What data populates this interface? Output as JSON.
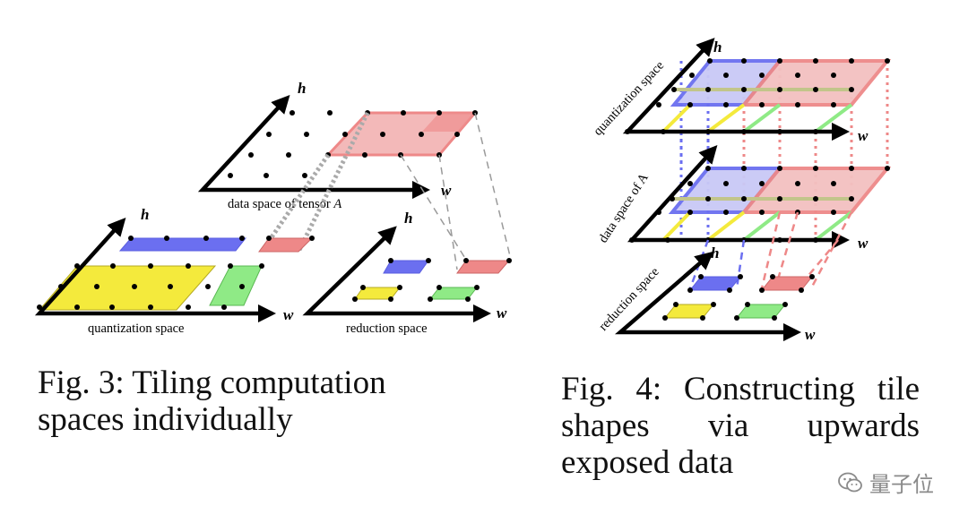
{
  "figure3": {
    "labels": {
      "h_top": "h",
      "w_top": "w",
      "tensor_prefix": "data space of tensor",
      "tensor_symbol": "A",
      "h_quant": "h",
      "w_quant": "w",
      "quant_space": "quantization space",
      "h_red": "h",
      "w_red": "w",
      "red_space": "reduction space"
    },
    "caption": "Fig. 3: Tiling computation spaces individually"
  },
  "figure4": {
    "labels": {
      "h_top": "h",
      "w_top": "w",
      "quant_space": "quantization space",
      "w_mid": "w",
      "data_space": "data space of A",
      "h_bot": "h",
      "w_bot": "w",
      "red_space": "reduction space"
    },
    "caption": "Fig. 4: Constructing tile shapes via upwards exposed data"
  },
  "watermark": {
    "text": "量子位",
    "icon": "wechat-icon"
  },
  "colors": {
    "blue": "#6b6ff0",
    "red": "#ee8888",
    "yellow": "#f4ea3c",
    "green": "#8fea86",
    "gray_dash": "#9a9a9a"
  }
}
